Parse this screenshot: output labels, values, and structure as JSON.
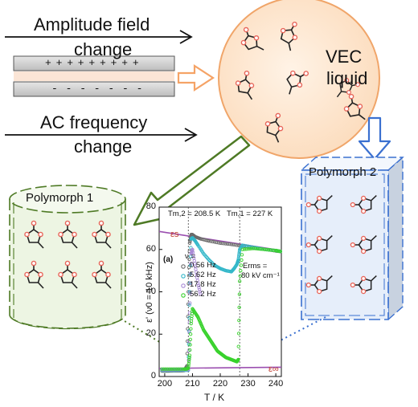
{
  "top_left": {
    "amplitude_line1": "Amplitude field",
    "amplitude_line2": "change",
    "plate_top_charges": "+ + + + + + + + +",
    "plate_bottom_charges": "- - - - - - -",
    "ac_line1": "AC frequency",
    "ac_line2": "change"
  },
  "liquid": {
    "label_line1": "VEC",
    "label_line2": "liquid"
  },
  "polymorph1": {
    "title": "Polymorph 1"
  },
  "polymorph2": {
    "title": "Polymorph 2"
  },
  "colors": {
    "orange": "#f5a366",
    "circle_fill": "#fde6cf",
    "green": "#4e7a25",
    "blue": "#3a70d0",
    "cyl_fill": "#edf5e3",
    "cube_fill": "#e6eefa",
    "molecule_ring": "#e8665a",
    "molecule_bond": "#222222"
  },
  "chart_data": {
    "type": "scatter",
    "panel_label": "(a)",
    "ylabel": "ε' (ν0 = 10 kHz)",
    "xlabel": "T / K",
    "xlim": [
      198,
      242
    ],
    "ylim": [
      0,
      80
    ],
    "x_ticks": [
      200,
      210,
      220,
      230,
      240
    ],
    "y_ticks": [
      0,
      20,
      40,
      60,
      80
    ],
    "x_tick_labels": [
      "200",
      "210",
      "220",
      "230",
      "240"
    ],
    "y_tick_labels": [
      "0",
      "20",
      "40",
      "60",
      "80"
    ],
    "header_text": "Tm,2 = 208.5 K   Tm,1 = 227 K",
    "eps_s_label": "εs",
    "eps_inf_label": "ε∞",
    "erms_label_line1": "Erms =",
    "erms_label_line2": "80 kV cm⁻¹",
    "legend_title": "ν =",
    "vlines_x": [
      208.5,
      227
    ],
    "eps_s_line": {
      "x": [
        198,
        242
      ],
      "y": [
        68.5,
        59.5
      ]
    },
    "eps_inf_line": {
      "x": [
        198,
        242
      ],
      "y": [
        3.8,
        4.4
      ]
    },
    "series": [
      {
        "name": "0.56 Hz",
        "color": "#6a6a6a",
        "x": [
          199,
          201,
          203,
          205,
          207,
          208,
          208.5,
          209,
          209.5,
          210,
          211,
          213,
          216,
          220,
          224,
          228,
          232,
          236,
          240,
          242
        ],
        "y": [
          2.6,
          2.6,
          2.7,
          2.7,
          2.8,
          5,
          40,
          63,
          67,
          67,
          66,
          65,
          64,
          63,
          62.4,
          61.6,
          60.8,
          60.1,
          59.3,
          59
        ]
      },
      {
        "name": "5.62 Hz",
        "color": "#33b7c9",
        "x": [
          199,
          203,
          207,
          208.5,
          209,
          209.5,
          210,
          211,
          212,
          214,
          216,
          218,
          220,
          222,
          224,
          225,
          226,
          226.5,
          227,
          228,
          232,
          236,
          240,
          242
        ],
        "y": [
          2.9,
          2.9,
          3,
          3,
          40,
          65,
          65.5,
          64,
          62,
          58,
          55,
          52.5,
          51,
          50,
          49.5,
          51,
          53,
          55,
          60,
          62,
          61,
          60,
          59.5,
          59
        ]
      },
      {
        "name": "17.8 Hz",
        "color": "#a98ad6",
        "x": [
          199,
          203,
          207,
          208.5,
          209,
          209.5,
          210,
          211,
          212,
          213
        ],
        "y": [
          3.2,
          3.2,
          3.3,
          3.3,
          30,
          58,
          60,
          52,
          44,
          38
        ]
      },
      {
        "name": "56.2 Hz",
        "color": "#39d22d",
        "x": [
          199,
          203,
          207,
          208,
          208.5,
          209,
          209.5,
          210,
          211,
          212,
          213,
          214,
          215,
          216,
          217,
          218,
          219,
          220,
          221,
          222,
          223,
          224,
          225,
          226,
          226.5,
          227,
          228,
          232,
          236,
          240,
          242
        ],
        "y": [
          3.5,
          3.5,
          3.5,
          3.6,
          4,
          10,
          25,
          32,
          30,
          28,
          25,
          22,
          20,
          18,
          16,
          14,
          12,
          11,
          10,
          9,
          8.5,
          8,
          7.5,
          7,
          8,
          45,
          60,
          60.5,
          60,
          59.5,
          59
        ]
      }
    ]
  }
}
